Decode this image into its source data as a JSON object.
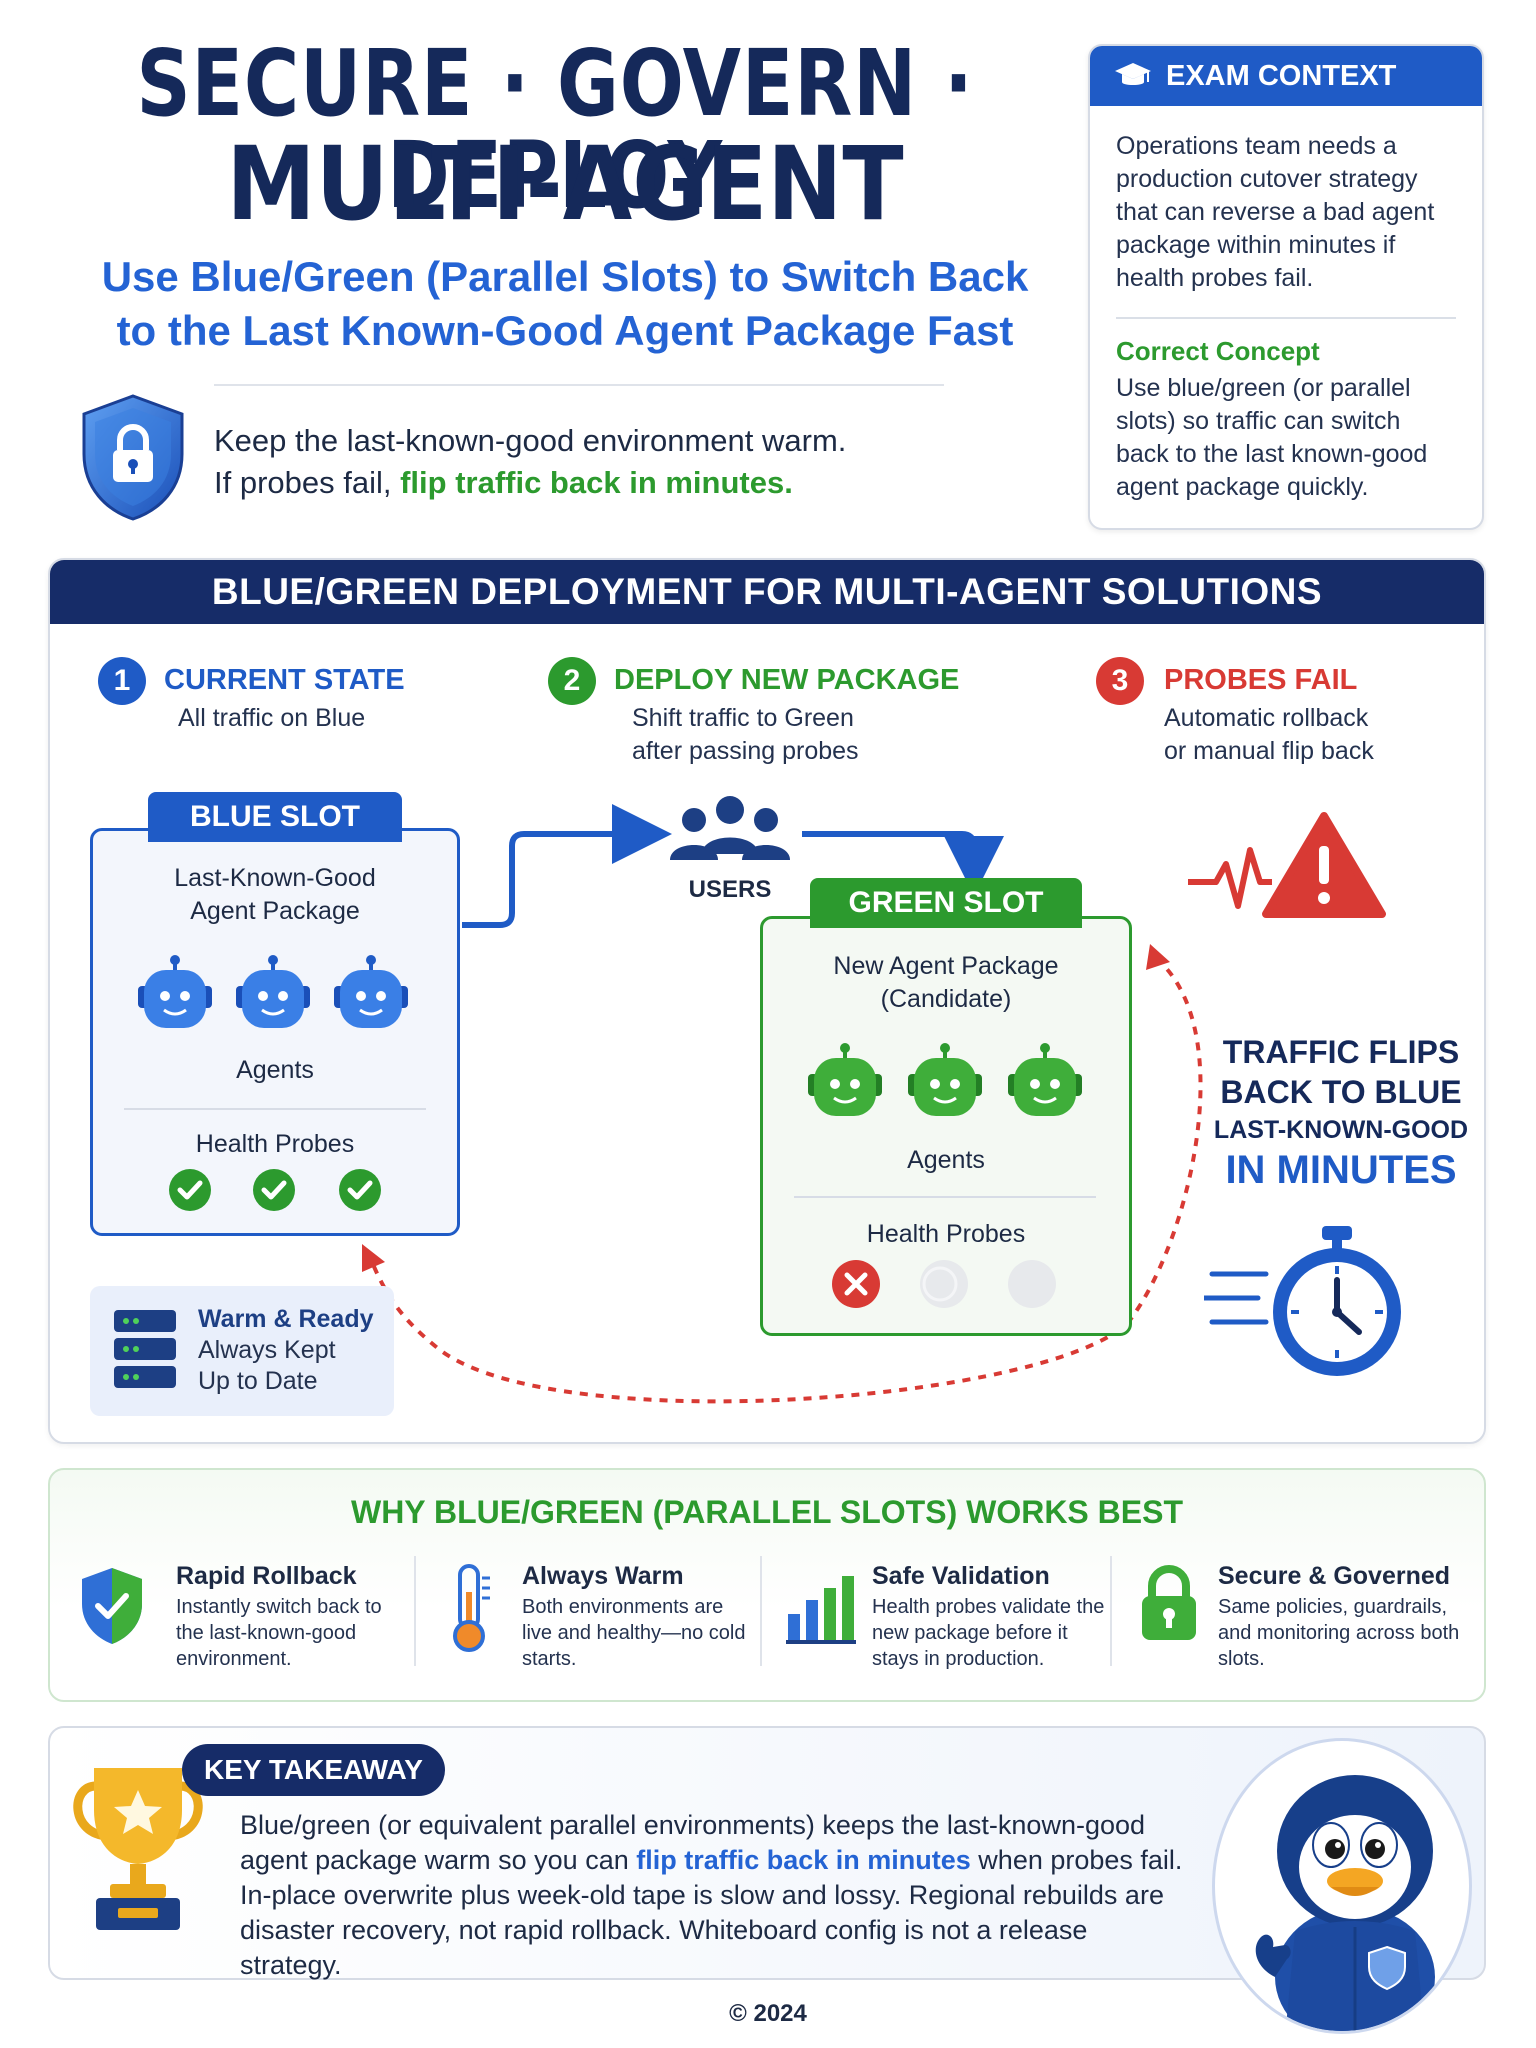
{
  "header": {
    "title_line1": "SECURE · GOVERN · DEPLOY",
    "title_line2": "MULTI-AGENT",
    "subtitle_line1": "Use Blue/Green (Parallel Slots) to Switch Back",
    "subtitle_line2": "to the Last Known-Good Agent Package Fast",
    "tagline_line1": "Keep the last-known-good environment warm.",
    "tagline_line2_prefix": "If probes fail, ",
    "tagline_line2_highlight": "flip traffic back in minutes."
  },
  "exam_context": {
    "title": "EXAM CONTEXT",
    "body": "Operations team needs a production cutover strategy that can reverse a bad agent package within minutes if health probes fail.",
    "concept_title": "Correct Concept",
    "concept_body": "Use blue/green (or parallel slots) so traffic can switch back to the last known-good agent package quickly."
  },
  "diagram": {
    "title": "BLUE/GREEN DEPLOYMENT FOR MULTI-AGENT SOLUTIONS",
    "steps": [
      {
        "num": "1",
        "title": "CURRENT STATE",
        "desc1": "All traffic on Blue",
        "desc2": ""
      },
      {
        "num": "2",
        "title": "DEPLOY NEW PACKAGE",
        "desc1": "Shift traffic to Green",
        "desc2": "after passing probes"
      },
      {
        "num": "3",
        "title": "PROBES FAIL",
        "desc1": "Automatic rollback",
        "desc2": "or manual flip back"
      }
    ],
    "blue_slot": {
      "label": "BLUE SLOT",
      "package_line1": "Last-Known-Good",
      "package_line2": "Agent Package",
      "agents_label": "Agents",
      "probes_label": "Health Probes"
    },
    "users_label": "USERS",
    "green_slot": {
      "label": "GREEN SLOT",
      "package_line1": "New Agent Package",
      "package_line2": "(Candidate)",
      "agents_label": "Agents",
      "probes_label": "Health Probes"
    },
    "warm": {
      "title": "Warm & Ready",
      "line1": "Always Kept",
      "line2": "Up to Date"
    },
    "flip": {
      "line1": "TRAFFIC FLIPS",
      "line2": "BACK TO BLUE",
      "line3": "LAST-KNOWN-GOOD",
      "line4": "IN MINUTES"
    }
  },
  "why": {
    "title": "WHY BLUE/GREEN (PARALLEL SLOTS) WORKS BEST",
    "items": [
      {
        "title": "Rapid Rollback",
        "desc": "Instantly switch back to the last-known-good environment.",
        "icon": "shield-check-icon"
      },
      {
        "title": "Always Warm",
        "desc": "Both environments are live and healthy—no cold starts.",
        "icon": "thermometer-icon"
      },
      {
        "title": "Safe Validation",
        "desc": "Health probes validate the new package before it stays in production.",
        "icon": "bar-chart-icon"
      },
      {
        "title": "Secure & Governed",
        "desc": "Same policies, guardrails, and monitoring across both slots.",
        "icon": "padlock-icon"
      }
    ]
  },
  "takeaway": {
    "badge": "KEY TAKEAWAY",
    "text_part1": "Blue/green (or equivalent parallel environments) keeps the last-known-good agent package warm so you can ",
    "text_highlight": "flip traffic back in minutes",
    "text_part2": " when probes fail. In-place overwrite plus week-old tape is slow and lossy. Regional rebuilds are disaster recovery, not rapid rollback. Whiteboard config is not a release strategy."
  },
  "footer": {
    "copyright": "© 2024"
  },
  "colors": {
    "navy": "#162c68",
    "blue": "#1f5bc6",
    "green": "#2c9a2e",
    "red": "#d83a34"
  }
}
